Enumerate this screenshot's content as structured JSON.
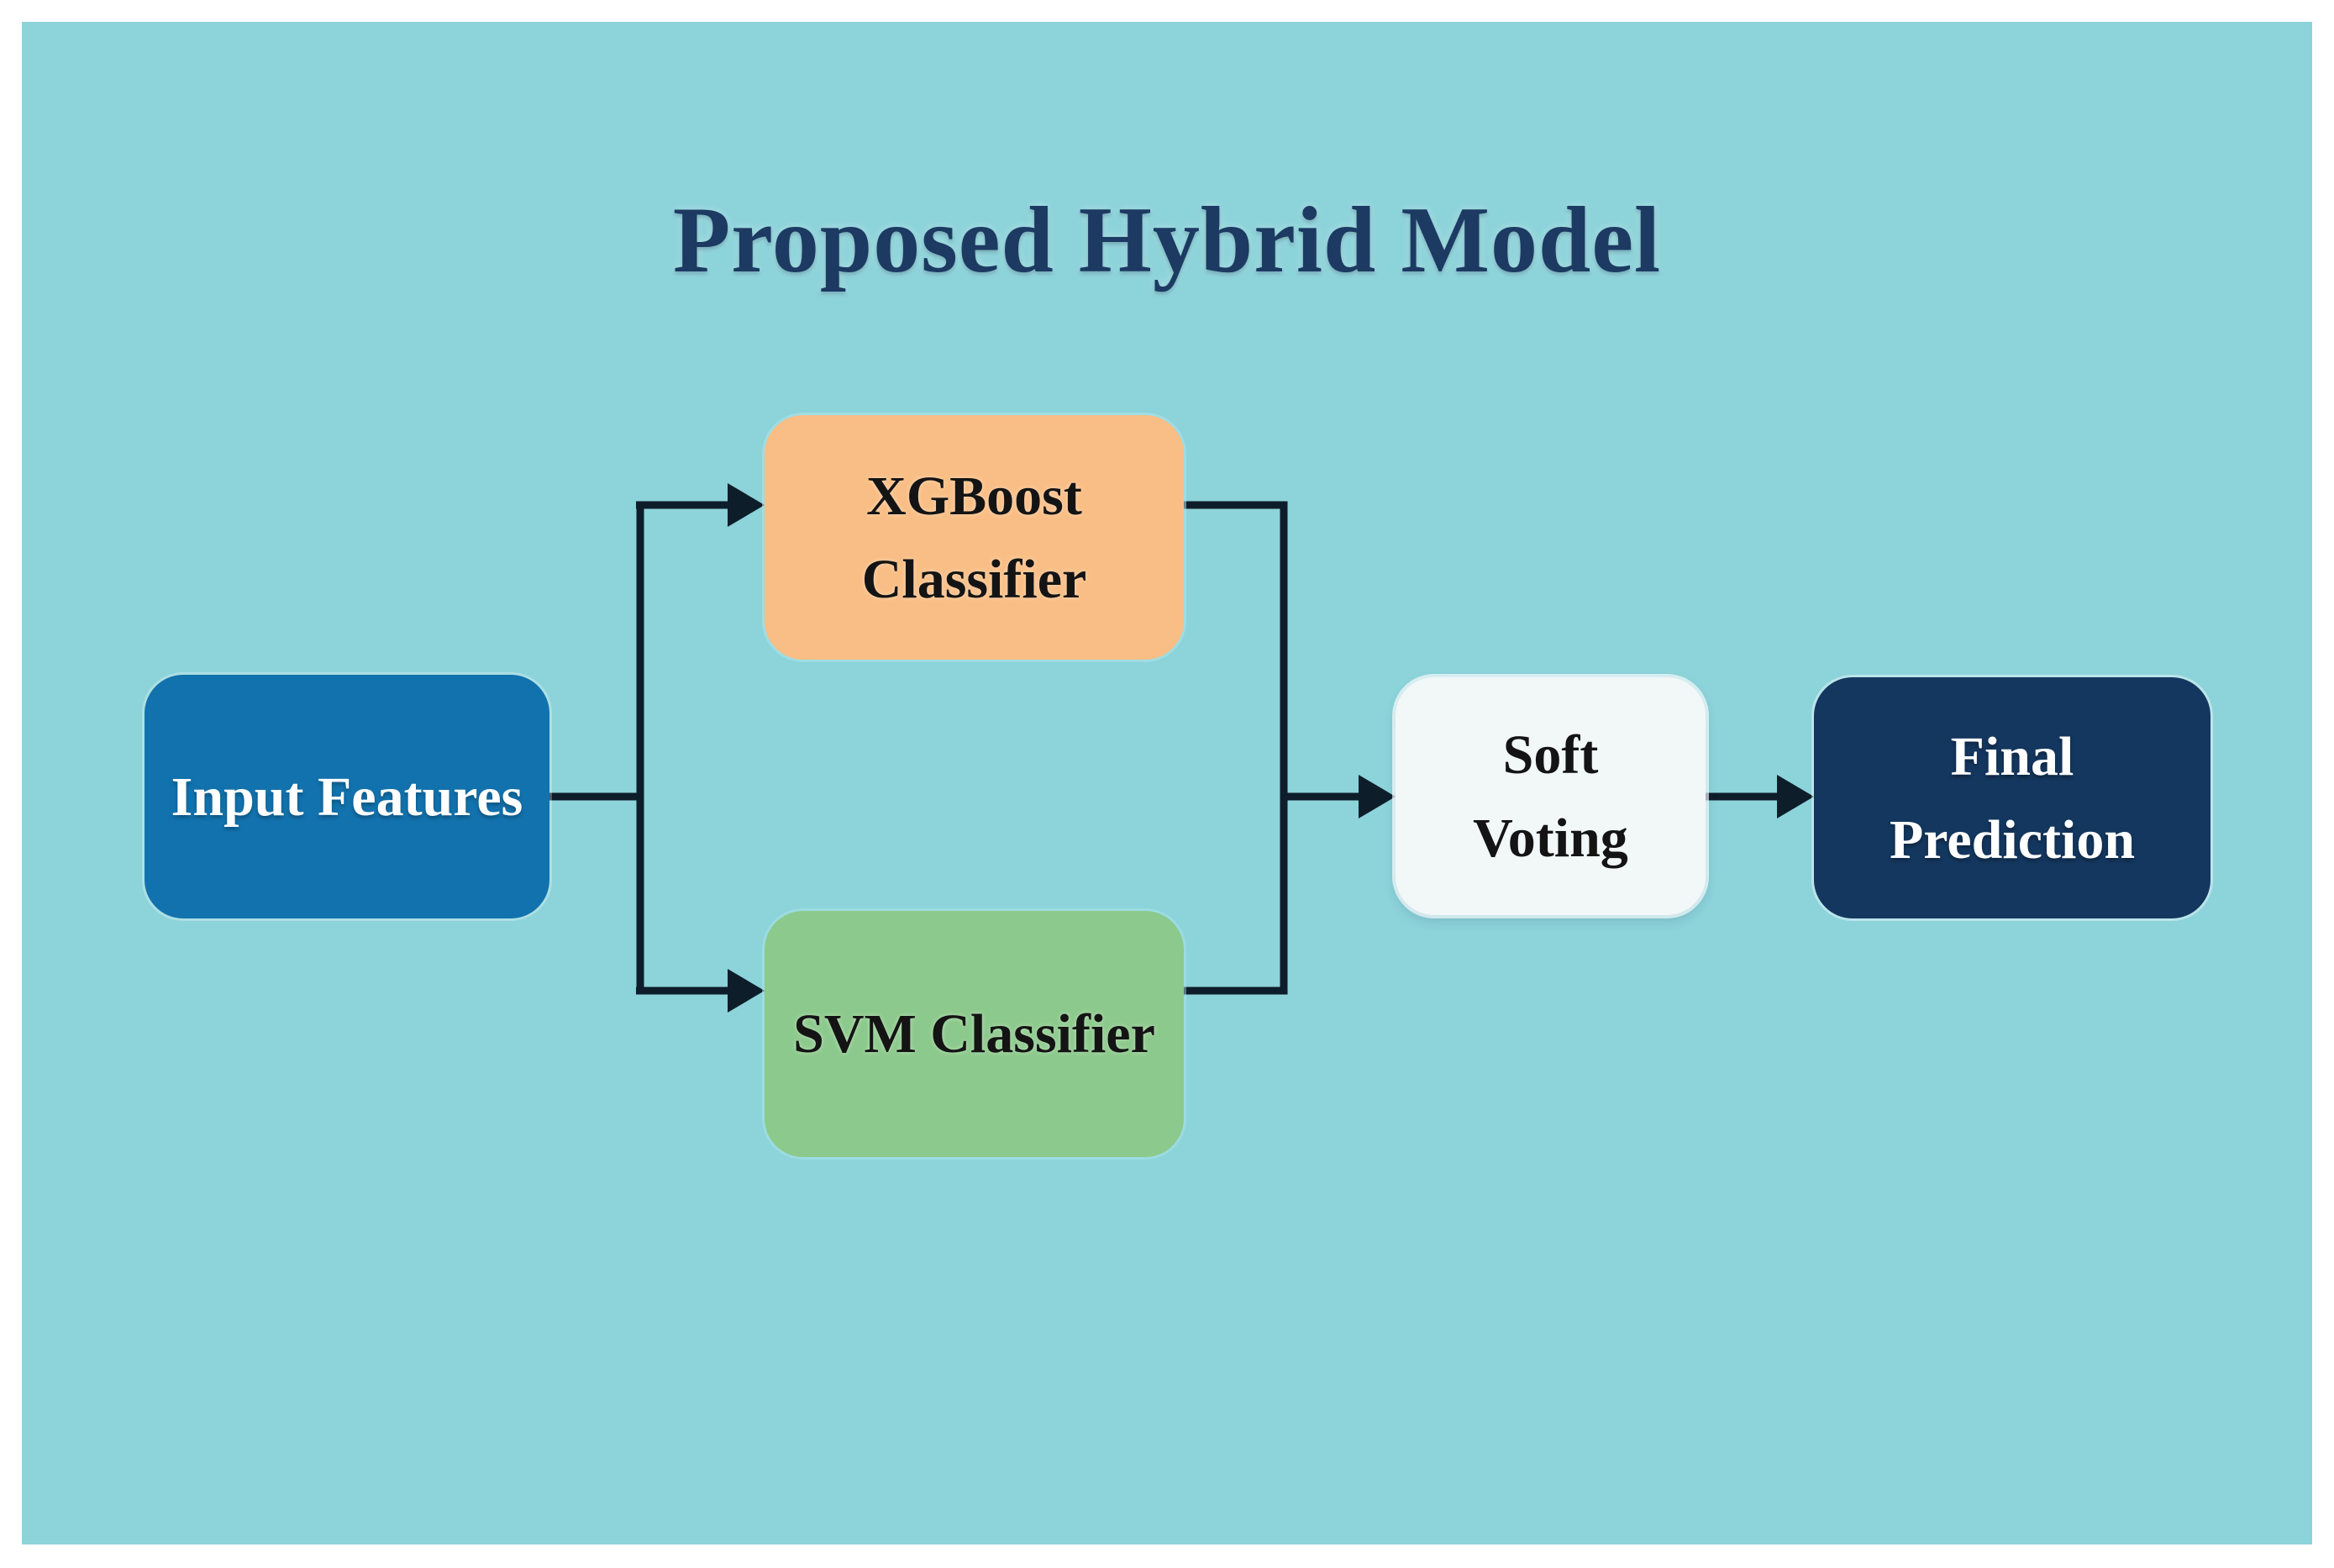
{
  "title": "Proposed Hybrid Model",
  "nodes": {
    "input": {
      "label": "Input Features"
    },
    "xgboost": {
      "label": "XGBoost Classifier"
    },
    "svm": {
      "label": "SVM Classifier"
    },
    "voting": {
      "label": "Soft Voting"
    },
    "final": {
      "label": "Final Prediction"
    }
  },
  "edges": [
    {
      "from": "Input Features",
      "to": "XGBoost Classifier"
    },
    {
      "from": "Input Features",
      "to": "SVM Classifier"
    },
    {
      "from": "XGBoost Classifier",
      "to": "Soft Voting"
    },
    {
      "from": "SVM Classifier",
      "to": "Soft Voting"
    },
    {
      "from": "Soft Voting",
      "to": "Final Prediction"
    }
  ],
  "colors": {
    "background": "#8dd3da",
    "frame": "#ffffff",
    "title_text": "#1c3a62",
    "connector": "#0e1d2a",
    "node_input_bg": "#1272ad",
    "node_input_text": "#ffffff",
    "node_xgboost_bg": "#f9be85",
    "node_xgboost_text": "#141414",
    "node_svm_bg": "#8cc98c",
    "node_svm_text": "#141414",
    "node_voting_bg": "#f2f7f8",
    "node_voting_text": "#141414",
    "node_final_bg": "#14375f",
    "node_final_text": "#ffffff"
  }
}
